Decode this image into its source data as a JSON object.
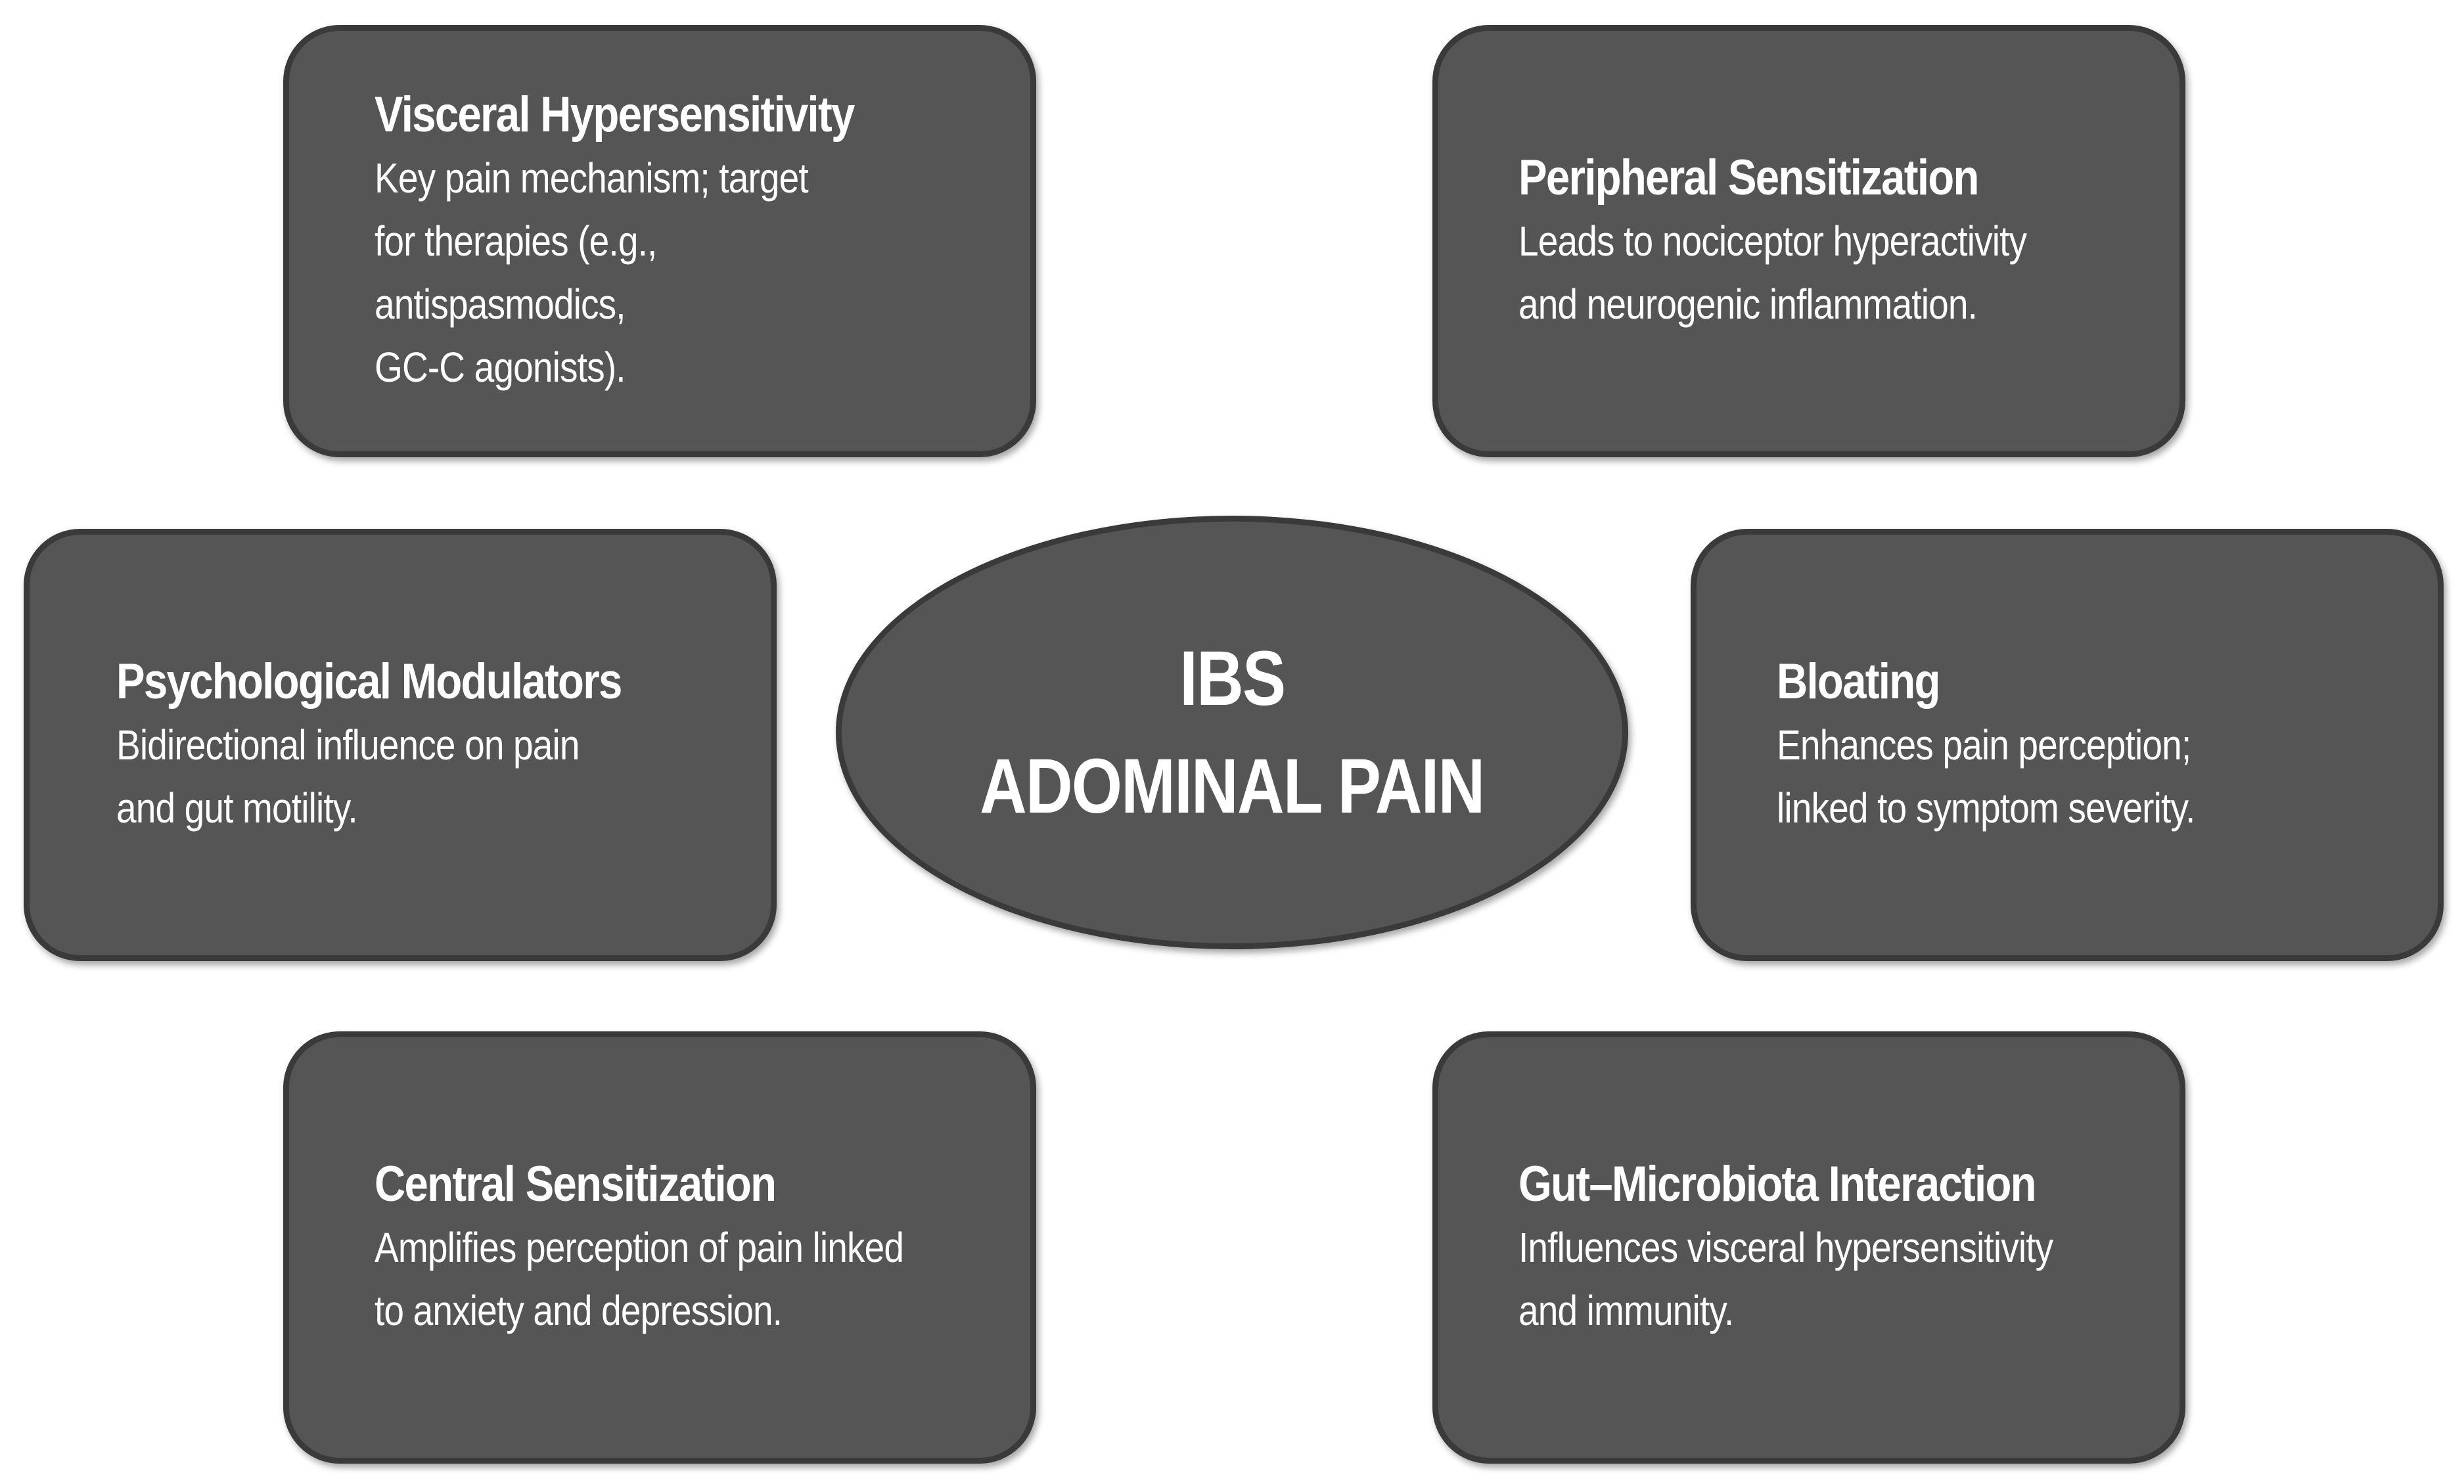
{
  "center": {
    "line1": "IBS",
    "line2": "ADOMINAL PAIN"
  },
  "boxes": [
    {
      "id": "visceral",
      "title": "Visceral Hypersensitivity",
      "description": "Key pain mechanism; target\nfor therapies (e.g., antispasmodics,\nGC-C agonists)."
    },
    {
      "id": "peripheral",
      "title": "Peripheral Sensitization",
      "description": "Leads to nociceptor hyperactivity\nand neurogenic inflammation."
    },
    {
      "id": "psych",
      "title": "Psychological Modulators",
      "description": "Bidirectional influence on pain\nand gut motility."
    },
    {
      "id": "bloating",
      "title": "Bloating",
      "description": "Enhances pain perception;\nlinked to symptom severity."
    },
    {
      "id": "central",
      "title": "Central Sensitization",
      "description": "Amplifies perception of pain linked\nto anxiety and depression."
    },
    {
      "id": "gut",
      "title": "Gut–Microbiota Interaction",
      "description": "Influences visceral hypersensitivity\nand immunity."
    }
  ],
  "colors": {
    "node_fill": "#555555",
    "node_border": "#3a3a3a",
    "text": "#ffffff",
    "background": "#ffffff"
  }
}
